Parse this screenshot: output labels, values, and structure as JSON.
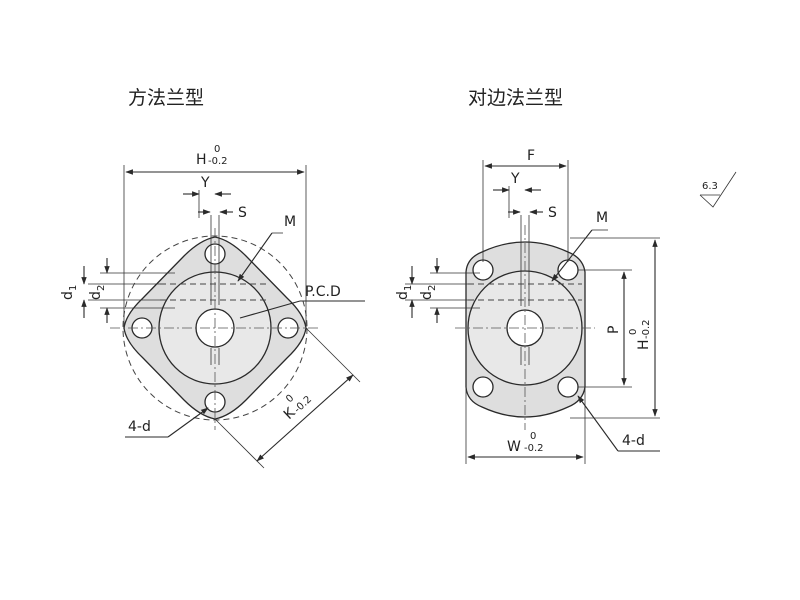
{
  "square_flange": {
    "title": "方法兰型",
    "dims": {
      "H": "H",
      "H_tol_upper": "0",
      "H_tol_lower": "-0.2",
      "Y": "Y",
      "S": "S",
      "M": "M",
      "d1": "d",
      "d1_sub": "1",
      "d2": "d",
      "d2_sub": "2",
      "PCD": "P.C.D",
      "K": "K",
      "K_tol_upper": "0",
      "K_tol_lower": "-0.2",
      "holes": "4-d"
    }
  },
  "opposite_flange": {
    "title": "对边法兰型",
    "dims": {
      "F": "F",
      "Y": "Y",
      "S": "S",
      "M": "M",
      "d1": "d",
      "d1_sub": "1",
      "d2": "d",
      "d2_sub": "2",
      "P": "P",
      "H": "H",
      "H_tol_upper": "0",
      "H_tol_lower": "-0.2",
      "W": "W",
      "W_tol_upper": "0",
      "W_tol_lower": "-0.2",
      "holes": "4-d"
    }
  },
  "surface_roughness": {
    "value": "6.3"
  }
}
